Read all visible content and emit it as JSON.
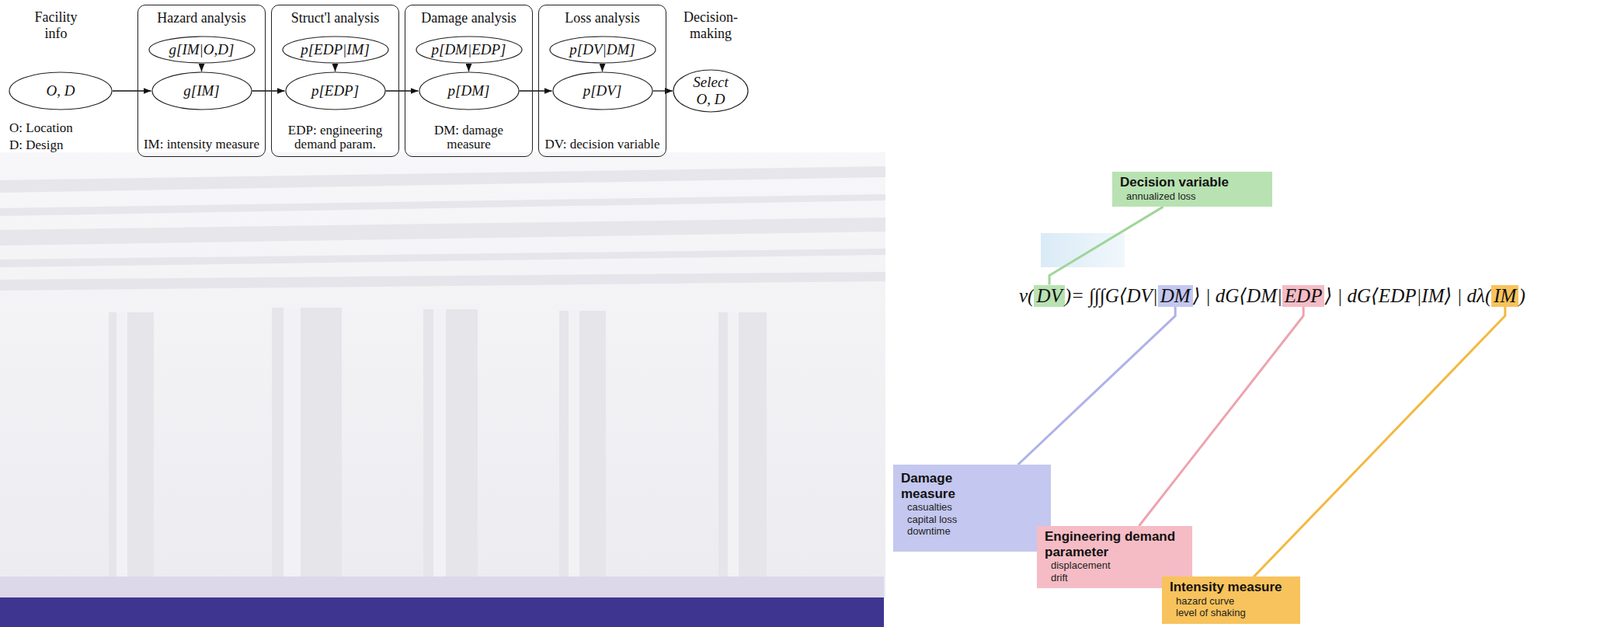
{
  "diagram": {
    "nodes": [
      {
        "text": [
          "O, D"
        ]
      },
      {
        "text": [
          "Hazard analysis",
          "IM: intensity measure"
        ]
      },
      {
        "text": [
          "g[IM|O,D]"
        ],
        "in": 1
      },
      {
        "text": [
          "g[IM]"
        ],
        "in": 1
      },
      {
        "text": [
          "Struct'l analysis",
          "EDP: engineering demand param."
        ]
      },
      {
        "text": [
          "p[EDP|IM]"
        ],
        "in": 4
      },
      {
        "text": [
          "p[EDP]"
        ],
        "in": 4
      },
      {
        "text": [
          "Damage analysis",
          "DM: damage measure"
        ]
      },
      {
        "text": [
          "p[DM|EDP]"
        ],
        "in": 7
      },
      {
        "text": [
          "p[DM]"
        ],
        "in": 7
      },
      {
        "text": [
          "Loss analysis",
          "DV: decision variable"
        ]
      },
      {
        "text": [
          "p[DV|DM]"
        ],
        "in": 10
      },
      {
        "text": [
          "p[DV]"
        ],
        "in": 10
      },
      {
        "text": [
          "Select O, D"
        ]
      },
      {
        "text": [
          "Decision variable",
          "annualized loss"
        ]
      },
      {
        "text": [
          "DV"
        ]
      },
      {
        "text": [
          "DM"
        ]
      },
      {
        "text": [
          "EDP"
        ]
      },
      {
        "text": [
          "IM"
        ]
      },
      {
        "text": [
          "Damage measure",
          "casualties",
          "capital loss",
          "downtime"
        ]
      },
      {
        "text": [
          "Engineering demand parameter",
          "displacement",
          "drift"
        ]
      },
      {
        "text": [
          "Intensity measure",
          "hazard curve",
          "level of shaking"
        ]
      }
    ],
    "edges": [
      {
        "from": 0,
        "to": 3,
        "arrow": "to"
      },
      {
        "from": 2,
        "to": 3,
        "arrow": "to"
      },
      {
        "from": 3,
        "to": 6,
        "arrow": "to"
      },
      {
        "from": 5,
        "to": 6,
        "arrow": "to"
      },
      {
        "from": 6,
        "to": 9,
        "arrow": "to"
      },
      {
        "from": 8,
        "to": 9,
        "arrow": "to"
      },
      {
        "from": 9,
        "to": 12,
        "arrow": "to"
      },
      {
        "from": 11,
        "to": 12,
        "arrow": "to"
      },
      {
        "from": 12,
        "to": 13,
        "arrow": "to"
      },
      {
        "from": 14,
        "to": 15,
        "arrow": "none"
      },
      {
        "from": 19,
        "to": 16,
        "arrow": "none"
      },
      {
        "from": 20,
        "to": 17,
        "arrow": "none"
      },
      {
        "from": 21,
        "to": 18,
        "arrow": "none"
      }
    ],
    "labels": [
      "Facility info",
      "O: Location",
      "D: Design",
      "Decision-making",
      "ν(",
      ")= ∫∫∫G⟨DV|",
      "⟩ | dG⟨DM|",
      "⟩ | dG⟨EDP|IM⟩ | dλ(",
      ")"
    ]
  }
}
